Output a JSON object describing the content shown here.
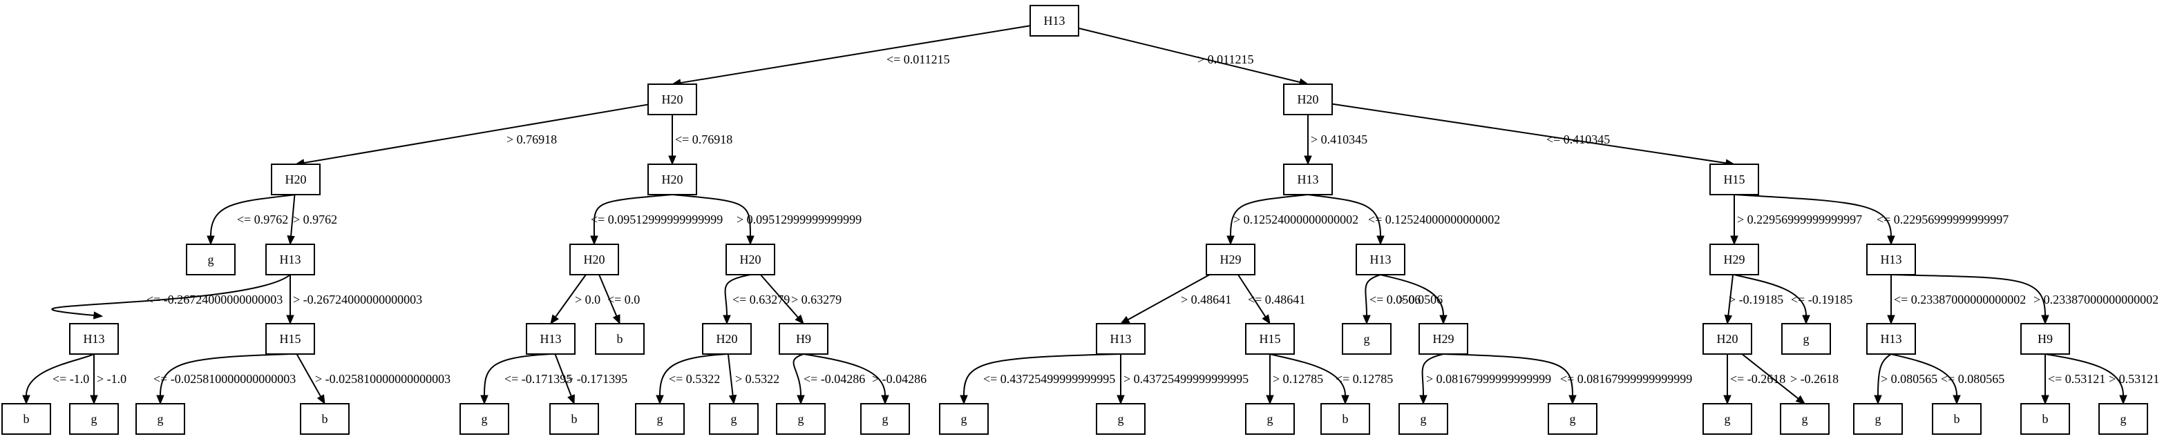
{
  "nodes": [
    {
      "id": "n1",
      "label": "H13"
    },
    {
      "id": "n2",
      "label": "H20"
    },
    {
      "id": "n3",
      "label": "H20"
    },
    {
      "id": "n4",
      "label": "H20"
    },
    {
      "id": "n5",
      "label": "H20"
    },
    {
      "id": "n6",
      "label": "H13"
    },
    {
      "id": "n7",
      "label": "H15"
    },
    {
      "id": "n8",
      "label": "g"
    },
    {
      "id": "n9",
      "label": "H13"
    },
    {
      "id": "n10",
      "label": "H20"
    },
    {
      "id": "n11",
      "label": "H20"
    },
    {
      "id": "n12",
      "label": "H29"
    },
    {
      "id": "n13",
      "label": "H13"
    },
    {
      "id": "n14",
      "label": "H29"
    },
    {
      "id": "n15",
      "label": "H13"
    },
    {
      "id": "n16",
      "label": "H13"
    },
    {
      "id": "n17",
      "label": "H15"
    },
    {
      "id": "n18",
      "label": "H13"
    },
    {
      "id": "n19",
      "label": "b"
    },
    {
      "id": "n20",
      "label": "H20"
    },
    {
      "id": "n21",
      "label": "H9"
    },
    {
      "id": "n22",
      "label": "H13"
    },
    {
      "id": "n23",
      "label": "H15"
    },
    {
      "id": "n24",
      "label": "g"
    },
    {
      "id": "n25",
      "label": "H29"
    },
    {
      "id": "n26",
      "label": "H20"
    },
    {
      "id": "n27",
      "label": "g"
    },
    {
      "id": "n28",
      "label": "H13"
    },
    {
      "id": "n29",
      "label": "H9"
    },
    {
      "id": "n30",
      "label": "b"
    },
    {
      "id": "n31",
      "label": "g"
    },
    {
      "id": "n32",
      "label": "g"
    },
    {
      "id": "n33",
      "label": "b"
    },
    {
      "id": "n34",
      "label": "g"
    },
    {
      "id": "n35",
      "label": "b"
    },
    {
      "id": "n36",
      "label": "g"
    },
    {
      "id": "n37",
      "label": "g"
    },
    {
      "id": "n38",
      "label": "g"
    },
    {
      "id": "n39",
      "label": "g"
    },
    {
      "id": "n40",
      "label": "g"
    },
    {
      "id": "n41",
      "label": "g"
    },
    {
      "id": "n42",
      "label": "g"
    },
    {
      "id": "n43",
      "label": "b"
    },
    {
      "id": "n44",
      "label": "g"
    },
    {
      "id": "n45",
      "label": "g"
    },
    {
      "id": "n46",
      "label": "g"
    },
    {
      "id": "n47",
      "label": "g"
    },
    {
      "id": "n48",
      "label": "g"
    },
    {
      "id": "n49",
      "label": "b"
    },
    {
      "id": "n50",
      "label": "b"
    },
    {
      "id": "n51",
      "label": "g"
    }
  ],
  "edges": [
    {
      "from": "n1",
      "to": "n2",
      "label": "<= 0.011215"
    },
    {
      "from": "n1",
      "to": "n3",
      "label": "> 0.011215"
    },
    {
      "from": "n2",
      "to": "n4",
      "label": "> 0.76918"
    },
    {
      "from": "n2",
      "to": "n5",
      "label": "<= 0.76918"
    },
    {
      "from": "n3",
      "to": "n6",
      "label": "> 0.410345"
    },
    {
      "from": "n3",
      "to": "n7",
      "label": "<= 0.410345"
    },
    {
      "from": "n4",
      "to": "n8",
      "label": "<= 0.9762"
    },
    {
      "from": "n4",
      "to": "n9",
      "label": "> 0.9762"
    },
    {
      "from": "n5",
      "to": "n10",
      "label": "<= 0.09512999999999999"
    },
    {
      "from": "n5",
      "to": "n11",
      "label": "> 0.09512999999999999"
    },
    {
      "from": "n6",
      "to": "n12",
      "label": "> 0.12524000000000002"
    },
    {
      "from": "n6",
      "to": "n13",
      "label": "<= 0.12524000000000002"
    },
    {
      "from": "n7",
      "to": "n14",
      "label": "> 0.22956999999999997"
    },
    {
      "from": "n7",
      "to": "n15",
      "label": "<= 0.22956999999999997"
    },
    {
      "from": "n9",
      "to": "n16",
      "label": "<= -0.26724000000000003"
    },
    {
      "from": "n9",
      "to": "n17",
      "label": "> -0.26724000000000003"
    },
    {
      "from": "n10",
      "to": "n18",
      "label": "> 0.0"
    },
    {
      "from": "n10",
      "to": "n19",
      "label": "<= 0.0"
    },
    {
      "from": "n11",
      "to": "n20",
      "label": "<= 0.63279"
    },
    {
      "from": "n11",
      "to": "n21",
      "label": "> 0.63279"
    },
    {
      "from": "n12",
      "to": "n22",
      "label": "> 0.48641"
    },
    {
      "from": "n12",
      "to": "n23",
      "label": "<= 0.48641"
    },
    {
      "from": "n13",
      "to": "n24",
      "label": "<= 0.0506"
    },
    {
      "from": "n13",
      "to": "n25",
      "label": "> 0.0506"
    },
    {
      "from": "n14",
      "to": "n26",
      "label": "> -0.19185"
    },
    {
      "from": "n14",
      "to": "n27",
      "label": "<= -0.19185"
    },
    {
      "from": "n15",
      "to": "n28",
      "label": "<= 0.23387000000000002"
    },
    {
      "from": "n15",
      "to": "n29",
      "label": "> 0.23387000000000002"
    },
    {
      "from": "n16",
      "to": "n30",
      "label": "<= -1.0"
    },
    {
      "from": "n16",
      "to": "n31",
      "label": "> -1.0"
    },
    {
      "from": "n17",
      "to": "n32",
      "label": "<= -0.025810000000000003"
    },
    {
      "from": "n17",
      "to": "n33",
      "label": "> -0.025810000000000003"
    },
    {
      "from": "n18",
      "to": "n34",
      "label": "<= -0.171395"
    },
    {
      "from": "n18",
      "to": "n35",
      "label": "> -0.171395"
    },
    {
      "from": "n20",
      "to": "n36",
      "label": "<= 0.5322"
    },
    {
      "from": "n20",
      "to": "n37",
      "label": "> 0.5322"
    },
    {
      "from": "n21",
      "to": "n38",
      "label": "<= -0.04286"
    },
    {
      "from": "n21",
      "to": "n39",
      "label": "> -0.04286"
    },
    {
      "from": "n22",
      "to": "n40",
      "label": "<= 0.43725499999999995"
    },
    {
      "from": "n22",
      "to": "n41",
      "label": "> 0.43725499999999995"
    },
    {
      "from": "n23",
      "to": "n42",
      "label": "> 0.12785"
    },
    {
      "from": "n23",
      "to": "n43",
      "label": "<= 0.12785"
    },
    {
      "from": "n25",
      "to": "n44",
      "label": "> 0.08167999999999999"
    },
    {
      "from": "n25",
      "to": "n45",
      "label": "<= 0.08167999999999999"
    },
    {
      "from": "n26",
      "to": "n46",
      "label": "<= -0.2618"
    },
    {
      "from": "n26",
      "to": "n47",
      "label": "> -0.2618"
    },
    {
      "from": "n28",
      "to": "n48",
      "label": "> 0.080565"
    },
    {
      "from": "n28",
      "to": "n49",
      "label": "<= 0.080565"
    },
    {
      "from": "n29",
      "to": "n50",
      "label": "<= 0.53121"
    },
    {
      "from": "n29",
      "to": "n51",
      "label": "> 0.53121"
    }
  ]
}
